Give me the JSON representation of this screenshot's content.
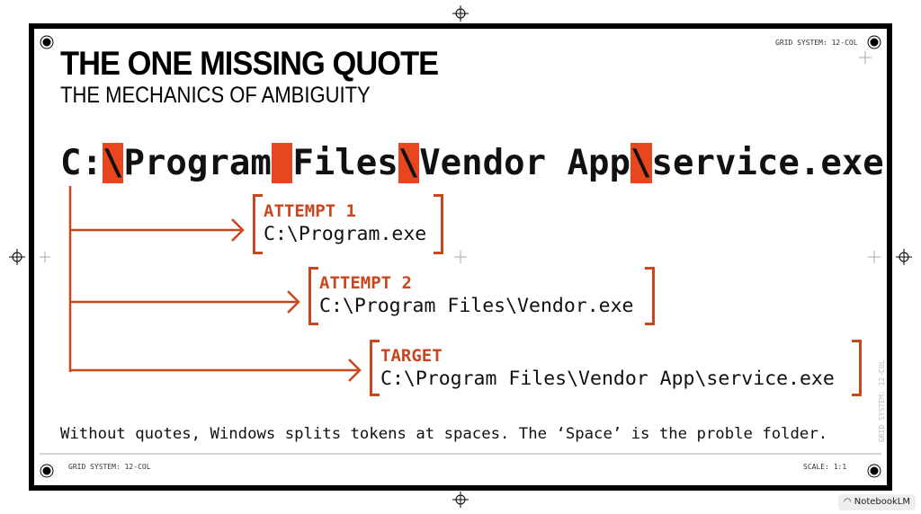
{
  "slide": {
    "title": "THE ONE MISSING QUOTE",
    "subtitle": "THE MECHANICS OF AMBIGUITY",
    "path_segments": [
      {
        "text": "C:",
        "highlight": false
      },
      {
        "text": "\\",
        "highlight": true
      },
      {
        "text": "Program",
        "highlight": false
      },
      {
        "text": " ",
        "highlight": true
      },
      {
        "text": "Files",
        "highlight": false
      },
      {
        "text": "\\",
        "highlight": true
      },
      {
        "text": "Vendor App",
        "highlight": false
      },
      {
        "text": "\\",
        "highlight": true
      },
      {
        "text": "service.exe",
        "highlight": false
      }
    ],
    "attempts": [
      {
        "label": "ATTEMPT 1",
        "code": "C:\\Program.exe"
      },
      {
        "label": "ATTEMPT 2",
        "code": "C:\\Program Files\\Vendor.exe"
      },
      {
        "label": "TARGET",
        "code": "C:\\Program Files\\Vendor App\\service.exe"
      }
    ],
    "footer_text": "Without quotes, Windows splits tokens at spaces. The ‘Space’ is the proble folder.",
    "grid_top": "GRID SYSTEM: 12-COL",
    "grid_bottom": "GRID SYSTEM: 12-COL",
    "grid_side": "GRID SYSTEM: 12-COL",
    "scale": "SCALE: 1:1",
    "accent_color": "#e8461e"
  },
  "watermark": {
    "text": "NotebookLM"
  }
}
